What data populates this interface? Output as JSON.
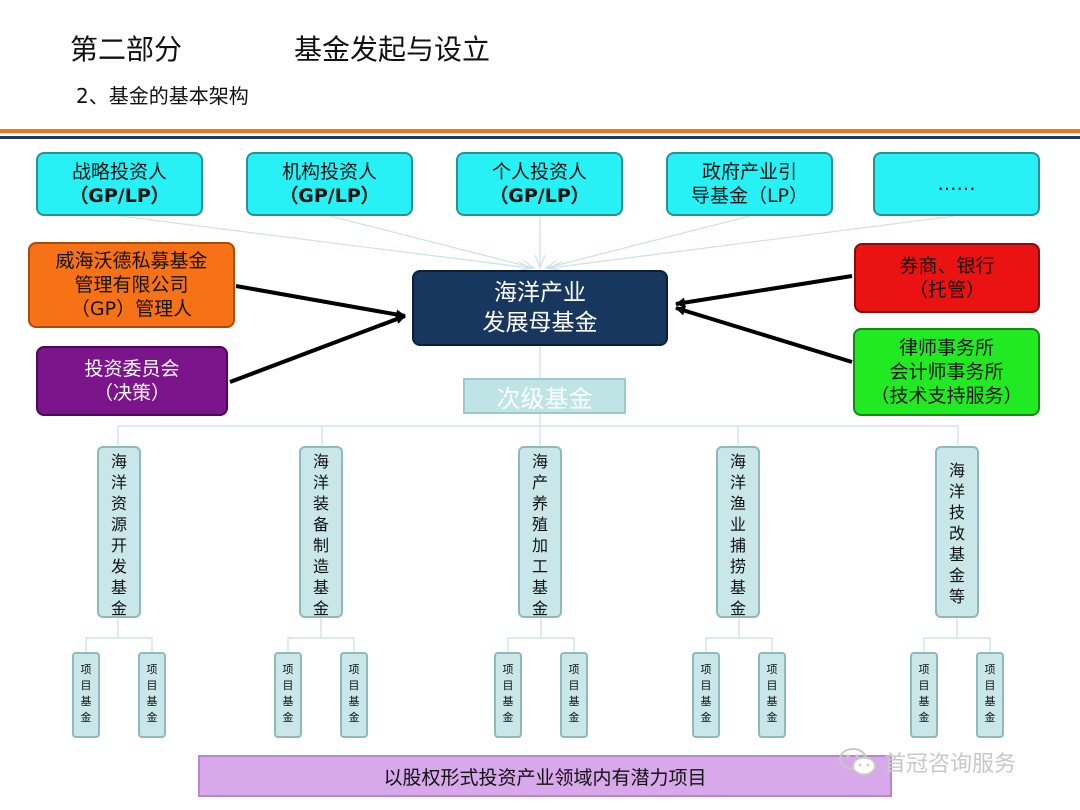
{
  "header": {
    "title": "第二部分　　　　基金发起与设立",
    "subtitle": "2、基金的基本架构"
  },
  "top_row": [
    {
      "line1": "战略投资人",
      "line2": "（GP/LP）"
    },
    {
      "line1": "机构投资人",
      "line2": "（GP/LP）"
    },
    {
      "line1": "个人投资人",
      "line2": "（GP/LP）"
    },
    {
      "line1": "政府产业引",
      "line2": "导基金（LP）"
    },
    {
      "line1": "……",
      "line2": ""
    }
  ],
  "left": {
    "manager": {
      "line1": "威海沃德私募基金",
      "line2": "管理有限公司",
      "line3": "（GP）管理人"
    },
    "committee": {
      "line1": "投资委员会",
      "line2": "（决策）"
    }
  },
  "center": {
    "line1": "海洋产业",
    "line2": "发展母基金",
    "sub_label": "次级基金"
  },
  "right": {
    "custody": {
      "line1": "券商、银行",
      "line2": "（托管）"
    },
    "services": {
      "line1": "律师事务所",
      "line2": "会计师事务所",
      "line3": "（技术支持服务）"
    }
  },
  "sub_funds": [
    {
      "name": [
        "海",
        "洋",
        "资",
        "源",
        "开",
        "发",
        "基",
        "金"
      ]
    },
    {
      "name": [
        "海",
        "洋",
        "装",
        "备",
        "制",
        "造",
        "基",
        "金"
      ]
    },
    {
      "name": [
        "海",
        "产",
        "养",
        "殖",
        "加",
        "工",
        "基",
        "金"
      ]
    },
    {
      "name": [
        "海",
        "洋",
        "渔",
        "业",
        "捕",
        "捞",
        "基",
        "金"
      ]
    },
    {
      "name": [
        "海",
        "洋",
        "技",
        "改",
        "基",
        "金",
        "等"
      ]
    }
  ],
  "project_fund": {
    "chars": [
      "项",
      "目",
      "基",
      "金"
    ]
  },
  "bottom": {
    "label": "以股权形式投资产业领域内有潜力项目"
  },
  "watermark": {
    "text": "首冠咨询服务",
    "icon": "wechat-icon"
  },
  "colors": {
    "cyan": "#27f1f5",
    "orange": "#f77216",
    "purple": "#7c148c",
    "navy": "#17375e",
    "red": "#ea1212",
    "green": "#22ea22",
    "pale_teal": "#c9e7e8",
    "lavender": "#d7a8ea",
    "rule_orange": "#e87722",
    "rule_navy": "#1f3864"
  }
}
